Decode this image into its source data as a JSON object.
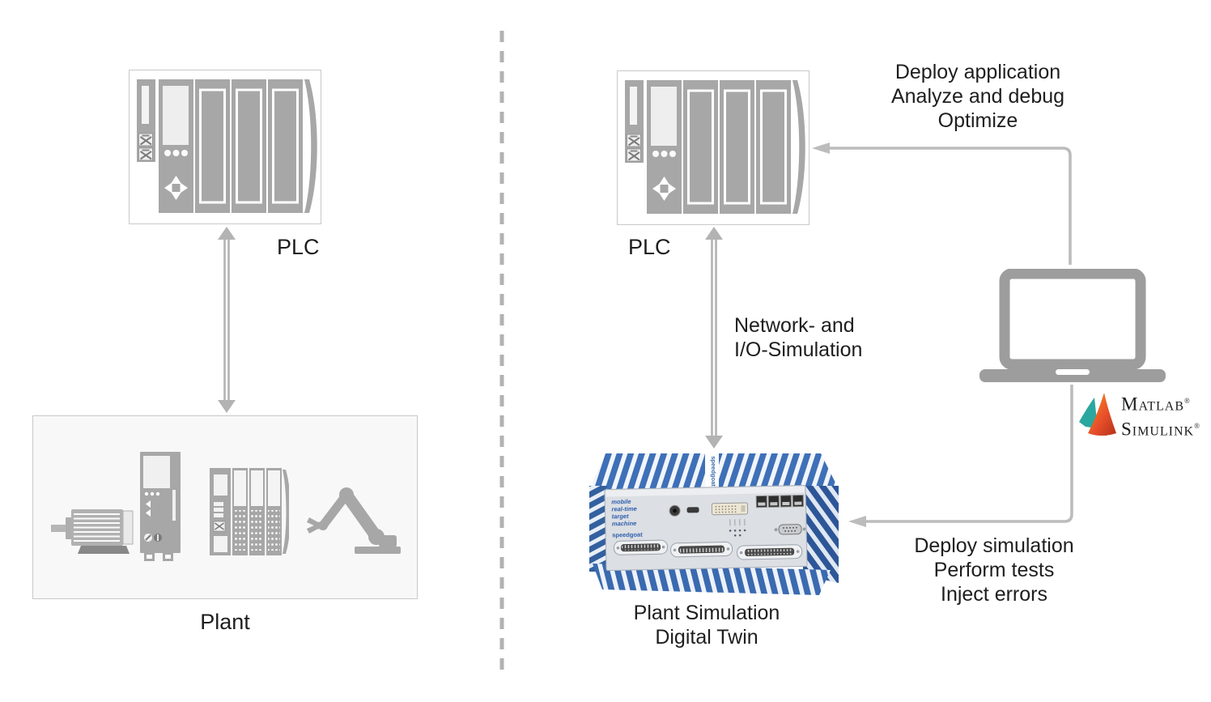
{
  "colors": {
    "icon_gray": "#a7a7a7",
    "arrow_gray": "#b6b6b6",
    "box_border": "#c8c8c8",
    "box_fill": "#f8f8f8",
    "text": "#1e1e1e",
    "speedgoat_blue": "#3e70b8",
    "matlab_orange": "#ef7f1f",
    "matlab_red": "#c43b12",
    "matlab_dark_red": "#7e1c10",
    "matlab_teal": "#2aa79f"
  },
  "icons": {
    "plc": "plc-rack-icon",
    "motor": "electric-motor-icon",
    "drive": "drive-unit-icon",
    "io_module": "io-module-rack-icon",
    "robot": "robot-arm-icon",
    "laptop": "laptop-icon",
    "membrane": "matlab-membrane-icon",
    "target_machine": "realtime-target-machine-icon",
    "double_arrow": "double-headed-arrow",
    "divider": "dashed-divider-line"
  },
  "left": {
    "plc_label": "PLC",
    "plant_label": "Plant"
  },
  "right": {
    "plc_label": "PLC",
    "deploy_application_lines": [
      "Deploy application",
      "Analyze and debug",
      "Optimize"
    ],
    "network_simulation_lines": [
      "Network- and",
      "I/O-Simulation"
    ],
    "plant_simulation_lines": [
      "Plant Simulation",
      "Digital Twin"
    ],
    "deploy_simulation_lines": [
      "Deploy simulation",
      "Perform tests",
      "Inject errors"
    ],
    "matlab_logo": {
      "line1": "Matlab",
      "line2": "Simulink",
      "registered": "®"
    },
    "target_machine_text": {
      "lines": [
        "mobile",
        "real-time",
        "target",
        "machine"
      ],
      "brand": "speedgoat",
      "top_label": "speedgoat"
    }
  }
}
